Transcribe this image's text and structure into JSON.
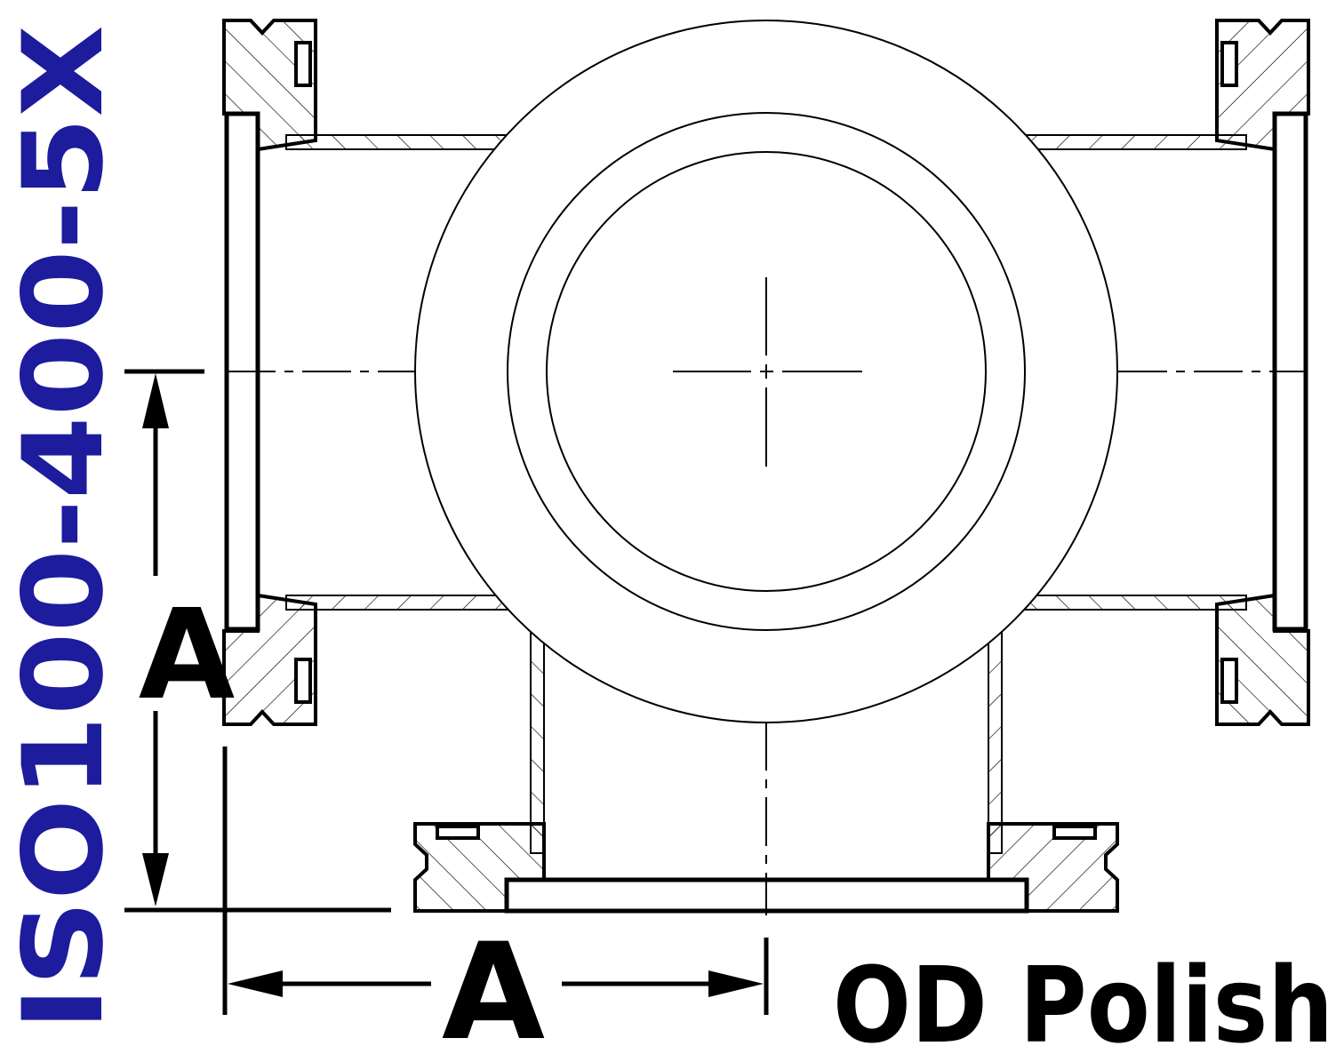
{
  "part_number": "ISO100-400-5X",
  "dimension_label_vertical": "A",
  "dimension_label_horizontal": "A",
  "finish_note": "OD Polish",
  "colors": {
    "part_number": "#1c1c9c",
    "lines": "#000000",
    "background": "#ffffff"
  }
}
